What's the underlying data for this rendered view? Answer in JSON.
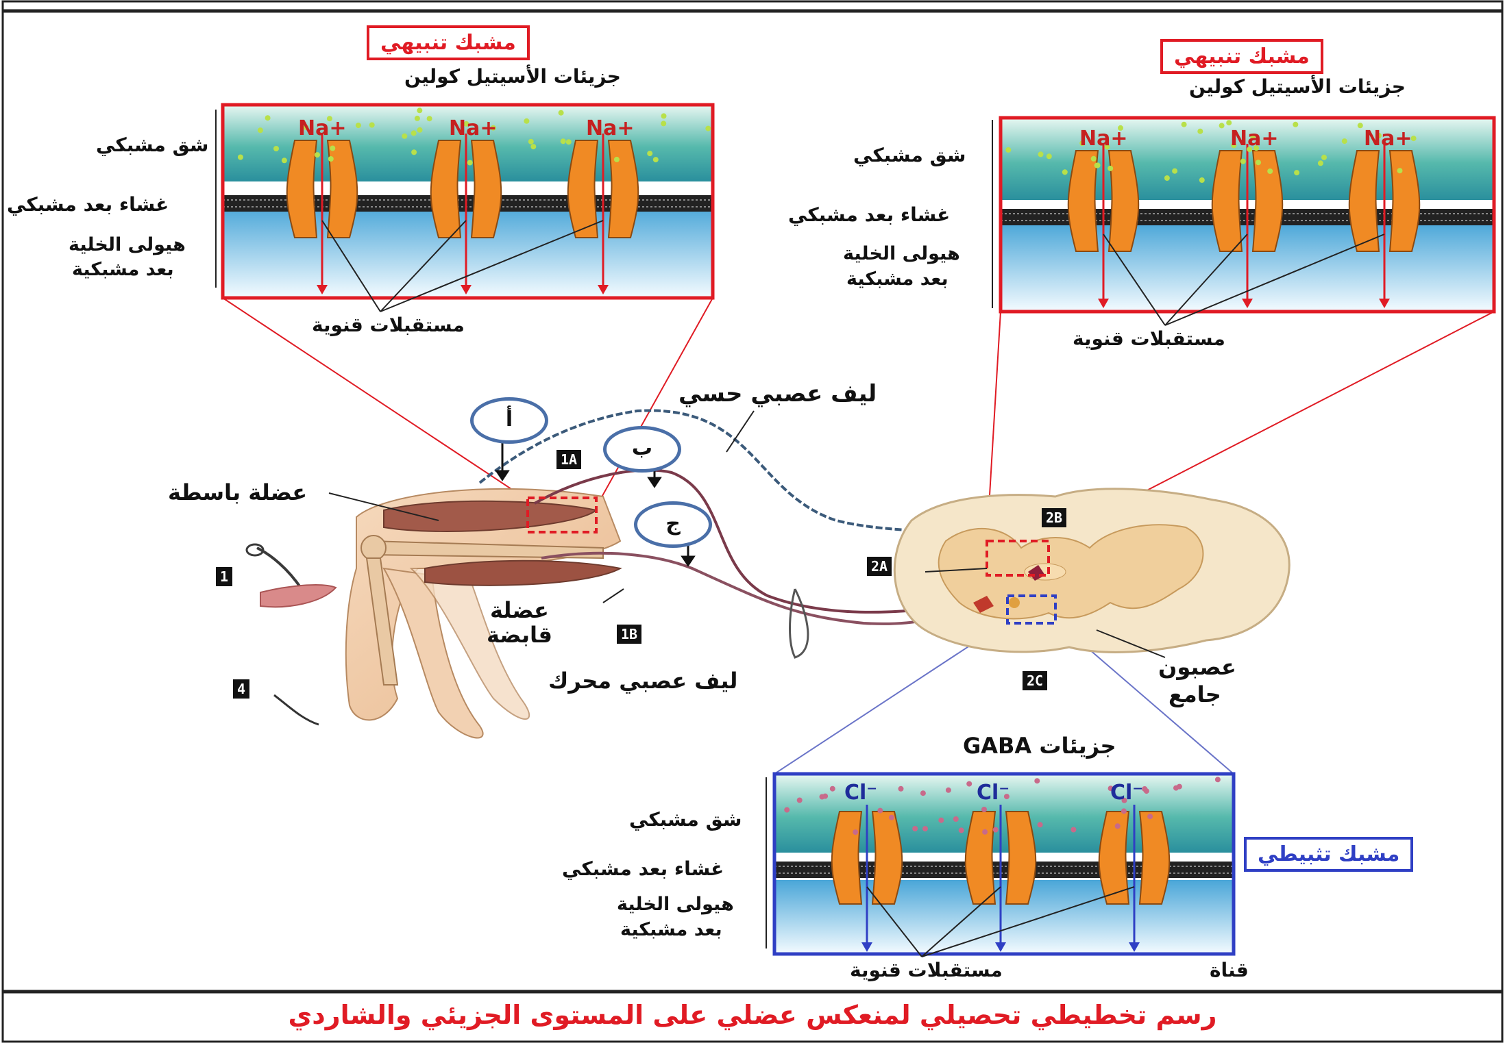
{
  "colors": {
    "excitatory": "#e01b24",
    "inhibitory": "#2f3fc4",
    "channel": "#f08a24",
    "acetylcholine": "#b8e04a",
    "gaba": "#c86a8a"
  },
  "synapse_left": {
    "title": "مشبك تنبيهي",
    "molecules_label": "جزيئات الأسيتيل كولين",
    "cleft_label": "شق مشبكي",
    "membrane_label": "غشاء بعد مشبكي",
    "cytoplasm_label_1": "هيولى الخلية",
    "cytoplasm_label_2": "بعد مشبكية",
    "receptors_label": "مستقبلات قنوية",
    "ions": [
      "Na+",
      "Na+",
      "Na+"
    ]
  },
  "synapse_right": {
    "title": "مشبك تنبيهي",
    "molecules_label": "جزيئات الأسيتيل كولين",
    "cleft_label": "شق مشبكي",
    "membrane_label": "غشاء بعد مشبكي",
    "cytoplasm_label_1": "هيولى الخلية",
    "cytoplasm_label_2": "بعد مشبكية",
    "receptors_label": "مستقبلات قنوية",
    "ions": [
      "Na+",
      "Na+",
      "Na+"
    ]
  },
  "synapse_bottom": {
    "title": "مشبك تثبيطي",
    "molecules_label": "جزيئات GABA",
    "cleft_label": "شق مشبكي",
    "membrane_label": "غشاء بعد مشبكي",
    "cytoplasm_label_1": "هيولى الخلية",
    "cytoplasm_label_2": "بعد مشبكية",
    "receptors_label": "مستقبلات قنوية",
    "channel_label": "قناة",
    "ions": [
      "Cl⁻",
      "Cl⁻",
      "Cl⁻"
    ]
  },
  "labels": {
    "sensory_fiber": "ليف عصبي حسي",
    "motor_fiber": "ليف عصبي محرك",
    "extensor_muscle": "عضلة باسطة",
    "flexor_muscle_1": "عضلة",
    "flexor_muscle_2": "قابضة",
    "interneuron_1": "عصبون",
    "interneuron_2": "جامع",
    "circle_a": "أ",
    "circle_b": "ب",
    "circle_c": "ج"
  },
  "tags": [
    "1",
    "1A",
    "1B",
    "2A",
    "2B",
    "2C",
    "4"
  ],
  "caption": "رسم تخطيطي تحصيلي لمنعكس عضلي على المستوى الجزيئي والشاردي"
}
